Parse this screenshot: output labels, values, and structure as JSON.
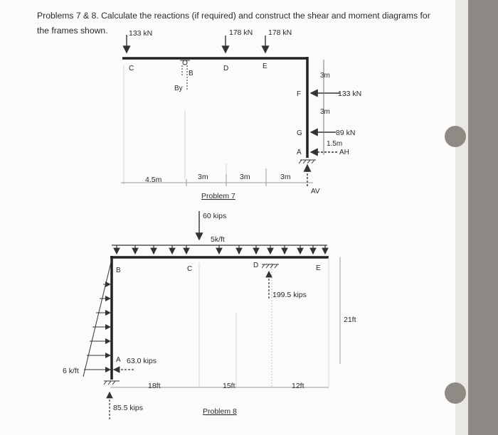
{
  "header": {
    "line1": "Problems 7 & 8. Calculate the reactions (if required) and construct the shear and moment diagrams for",
    "line2": "the frames shown."
  },
  "problem7": {
    "caption": "Problem 7",
    "loads": {
      "left": "133 kN",
      "mid": "178 kN",
      "right": "178 kN",
      "side_f": "133 kN",
      "side_g": "89 kN"
    },
    "points": {
      "C": "C",
      "B": "B",
      "D": "D",
      "E": "E",
      "F": "F",
      "G": "G",
      "A": "A"
    },
    "reactions": {
      "by": "By",
      "ah": "AH",
      "av": "AV"
    },
    "dims": {
      "d1": "4.5m",
      "d2": "3m",
      "d3": "3m",
      "d4": "3m",
      "v1": "3m",
      "v2": "3m",
      "v3": "1.5m"
    }
  },
  "problem8": {
    "caption": "Problem 8",
    "loads": {
      "point": "60 kips",
      "udl": "5k/ft",
      "tri": "6 k/ft"
    },
    "points": {
      "B": "B",
      "C": "C",
      "D": "D",
      "E": "E",
      "A": "A"
    },
    "reactions": {
      "ah": "63.0 kips",
      "av": "85.5 kips",
      "dv": "199.5 kips"
    },
    "dims": {
      "h1": "18ft",
      "h2": "15ft",
      "h3": "12ft",
      "v": "21ft"
    }
  }
}
